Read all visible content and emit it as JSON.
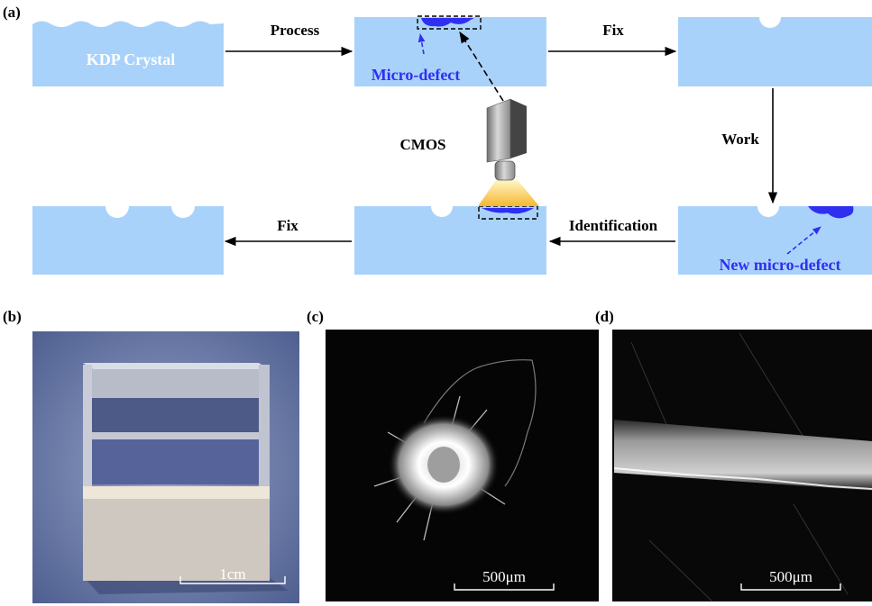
{
  "panels": {
    "a": "(a)",
    "b": "(b)",
    "c": "(c)",
    "d": "(d)"
  },
  "diagram": {
    "crystal_label": "KDP Crystal",
    "micro_defect": "Micro-defect",
    "new_micro_defect": "New micro-defect",
    "cmos": "CMOS",
    "steps": {
      "process": "Process",
      "fix_top": "Fix",
      "work": "Work",
      "identification": "Identification",
      "fix_bottom": "Fix"
    }
  },
  "photos": {
    "b_scale": "1cm",
    "c_scale": "500μm",
    "d_scale": "500μm"
  },
  "colors": {
    "crystal": "#a9d2fb",
    "defect": "#2f2ff0",
    "light": "#f5c242"
  }
}
